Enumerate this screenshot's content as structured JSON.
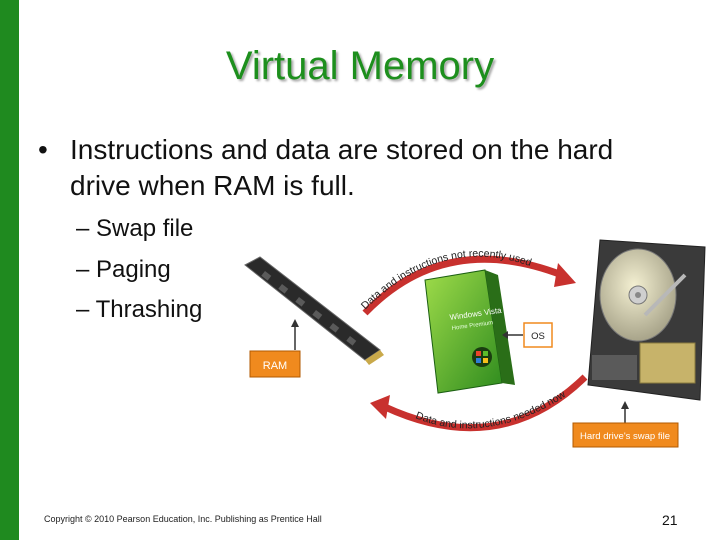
{
  "slide": {
    "title": "Virtual Memory",
    "bullet_marker": "•",
    "bullet": "Instructions and data are stored on the hard drive when RAM is full.",
    "subbullets": [
      "– Swap file",
      "– Paging",
      "– Thrashing"
    ],
    "figure": {
      "top_arrow_text": "Data and instructions not recently used",
      "bottom_arrow_text": "Data and instructions needed now",
      "ram_label": "RAM",
      "os_label": "OS",
      "swap_label": "Hard drive's swap file",
      "box_text_1": "Windows Vista",
      "box_text_2": "Home Premium"
    },
    "copyright": "Copyright © 2010 Pearson Education, Inc. Publishing as Prentice Hall",
    "page_number": "21"
  },
  "colors": {
    "accent_green": "#1f8a1f",
    "arrow_red": "#c8312e",
    "label_orange": "#f08a1e"
  }
}
